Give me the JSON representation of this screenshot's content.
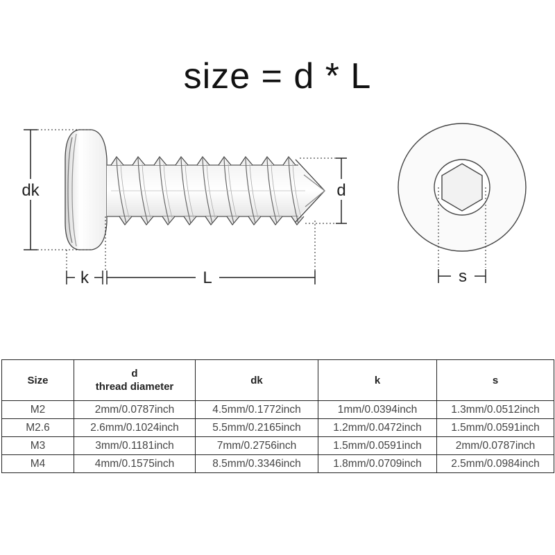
{
  "title": "size = d * L",
  "diagram": {
    "labels": {
      "dk": "dk",
      "k": "k",
      "L": "L",
      "d": "d",
      "s": "s"
    },
    "icons": [
      "screw-side-view-icon",
      "hex-socket-head-icon"
    ],
    "colors": {
      "line": "#444444",
      "dimension": "#222222",
      "table_border": "#222222"
    }
  },
  "table": {
    "headers": [
      {
        "line1": "Size",
        "line2": ""
      },
      {
        "line1": "d",
        "line2": "thread diameter"
      },
      {
        "line1": "dk",
        "line2": ""
      },
      {
        "line1": "k",
        "line2": ""
      },
      {
        "line1": "s",
        "line2": ""
      }
    ],
    "rows": [
      [
        "M2",
        "2mm/0.0787inch",
        "4.5mm/0.1772inch",
        "1mm/0.0394inch",
        "1.3mm/0.0512inch"
      ],
      [
        "M2.6",
        "2.6mm/0.1024inch",
        "5.5mm/0.2165inch",
        "1.2mm/0.0472inch",
        "1.5mm/0.0591inch"
      ],
      [
        "M3",
        "3mm/0.1181inch",
        "7mm/0.2756inch",
        "1.5mm/0.0591inch",
        "2mm/0.0787inch"
      ],
      [
        "M4",
        "4mm/0.1575inch",
        "8.5mm/0.3346inch",
        "1.8mm/0.0709inch",
        "2.5mm/0.0984inch"
      ]
    ]
  }
}
